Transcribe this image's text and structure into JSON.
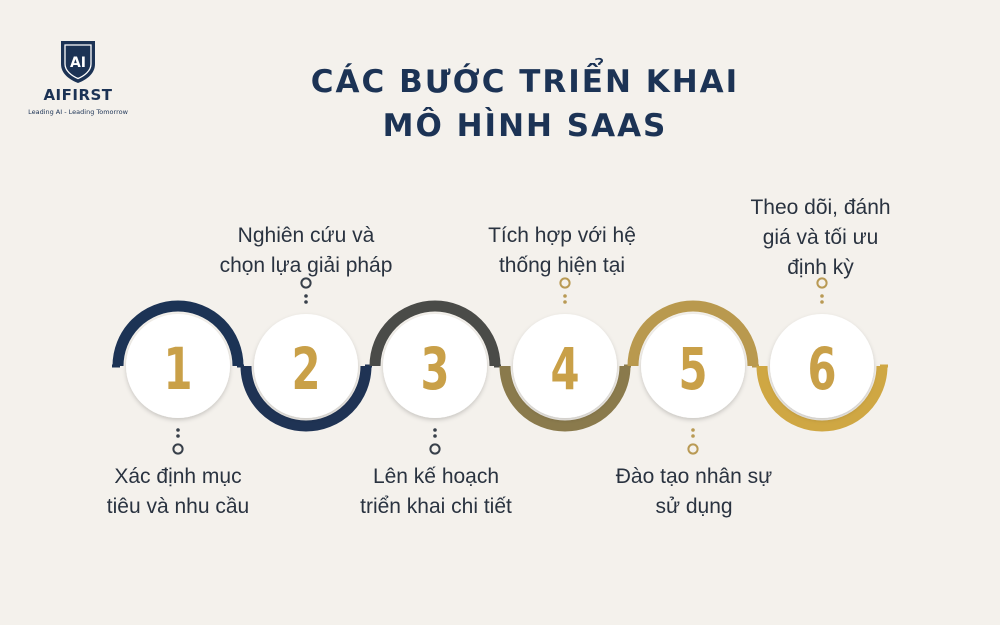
{
  "brand": {
    "logo_mark": "AI",
    "name": "AIFIRST",
    "tagline": "Leading AI - Leading Tomorrow"
  },
  "title": {
    "line1": "CÁC BƯỚC TRIỂN KHAI",
    "line2": "MÔ HÌNH SAAS"
  },
  "steps": [
    {
      "number": "1",
      "label_line1": "Xác định mục",
      "label_line2": "tiêu và nhu cầu"
    },
    {
      "number": "2",
      "label_line1": "Nghiên cứu và",
      "label_line2": "chọn lựa giải pháp"
    },
    {
      "number": "3",
      "label_line1": "Lên kế hoạch",
      "label_line2": "triển khai chi tiết"
    },
    {
      "number": "4",
      "label_line1": "Tích hợp với hệ",
      "label_line2": "thống hiện tại"
    },
    {
      "number": "5",
      "label_line1": "Đào tạo nhân sự",
      "label_line2": "sử dụng"
    },
    {
      "number": "6",
      "label_line1": "Theo dõi, đánh",
      "label_line2": "giá và tối ưu",
      "label_line3": "định kỳ"
    }
  ],
  "colors": {
    "background": "#f4f1ec",
    "navy": "#1c3355",
    "gold": "#c9a048",
    "ring_colors": [
      "#1c3355",
      "#1f3354",
      "#4a4b48",
      "#8a7a4c",
      "#b9994e",
      "#cfa743"
    ]
  }
}
